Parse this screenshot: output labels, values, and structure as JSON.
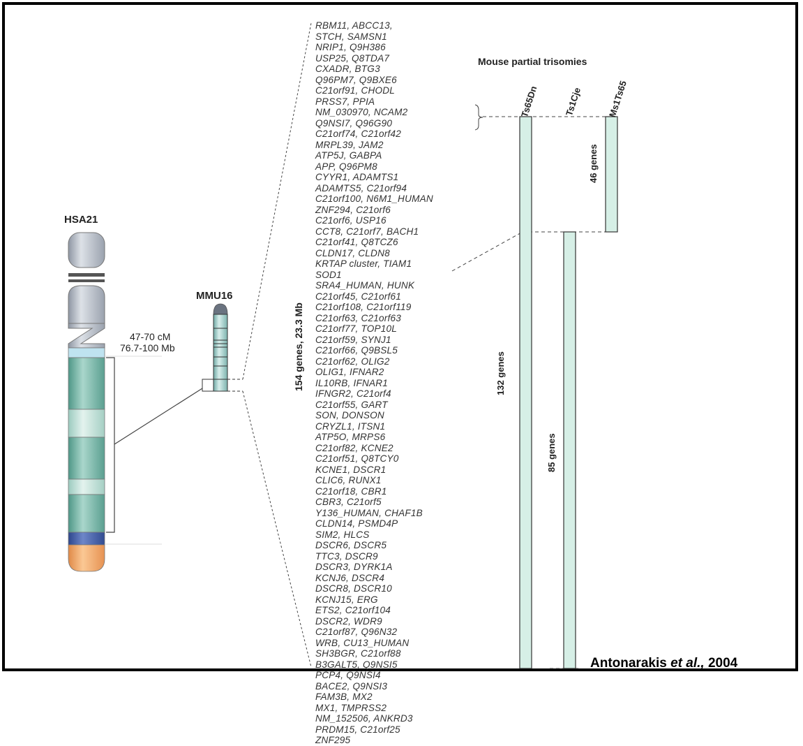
{
  "human_chromosome": {
    "label": "HSA21",
    "region_cm": "47-70 cM",
    "region_mb": "76.7-100 Mb"
  },
  "mouse_chromosome": {
    "label": "MMU16"
  },
  "region_summary": "154 genes, 23.3 Mb",
  "gene_pairs": [
    "RBM11, ABCC13,",
    "STCH, SAMSN1",
    "NRIP1, Q9H386",
    "USP25, Q8TDA7",
    "CXADR, BTG3",
    "Q96PM7, Q9BXE6",
    "C21orf91, CHODL",
    "PRSS7, PPIA",
    "NM_030970, NCAM2",
    "Q9NSI7, Q96G90",
    "C21orf74, C21orf42",
    "MRPL39, JAM2",
    "ATP5J, GABPA",
    "APP, Q96PM8",
    "CYYR1, ADAMTS1",
    "ADAMTS5, C21orf94",
    "C21orf100, N6M1_HUMAN",
    "ZNF294, C21orf6",
    "C21orf6, USP16",
    "CCT8, C21orf7, BACH1",
    "C21orf41, Q8TCZ6",
    "CLDN17, CLDN8",
    "KRTAP cluster, TIAM1",
    "SOD1",
    "SRA4_HUMAN, HUNK",
    "C21orf45, C21orf61",
    "C21orf108, C21orf119",
    "C21orf63, C21orf63",
    "C21orf77, TOP10L",
    "C21orf59, SYNJ1",
    "C21orf66, Q9BSL5",
    "C21orf62, OLIG2",
    "OLIG1, IFNAR2",
    "IL10RB, IFNAR1",
    "IFNGR2, C21orf4",
    "C21orf55, GART",
    "SON, DONSON",
    "CRYZL1, ITSN1",
    "ATP5O, MRPS6",
    "C21orf82, KCNE2",
    "C21orf51, Q8TCY0",
    "KCNE1, DSCR1",
    "CLIC6, RUNX1",
    "C21orf18, CBR1",
    "CBR3, C21orf5",
    "Y136_HUMAN, CHAF1B",
    "CLDN14, PSMD4P",
    "SIM2, HLCS",
    "DSCR6, DSCR5",
    "TTC3, DSCR9",
    "DSCR3, DYRK1A",
    "KCNJ6, DSCR4",
    "DSCR8, DSCR10",
    "KCNJ15, ERG",
    "ETS2, C21orf104",
    "DSCR2, WDR9",
    "C21orf87, Q96N32",
    "WRB, CU13_HUMAN",
    "SH3BGR, C21orf88",
    "B3GALT5, Q9NSI5",
    "PCP4, Q9NSI4",
    "BACE2, Q9NSI3",
    "FAM3B, MX2",
    "MX1, TMPRSS2",
    "NM_152506, ANKRD3",
    "PRDM15, C21orf25",
    "ZNF295"
  ],
  "trisomies": {
    "title": "Mouse partial trisomies",
    "strains": [
      "Ts65Dn",
      "Ts1Cje",
      "Ms1Ts65"
    ],
    "counts": {
      "ts65dn": "132 genes",
      "ts1cje": "85 genes",
      "ms1ts65": "46 genes"
    }
  },
  "citation": {
    "authors": "Antonarakis ",
    "etal": "et al.,",
    "year": " 2004"
  },
  "colors": {
    "bar_fill": "#d6efe6",
    "band_teal": "#5fa89a",
    "band_blue": "#3b5aa4",
    "band_orange": "#f0a060",
    "arm_gray": "#b8bec8"
  }
}
